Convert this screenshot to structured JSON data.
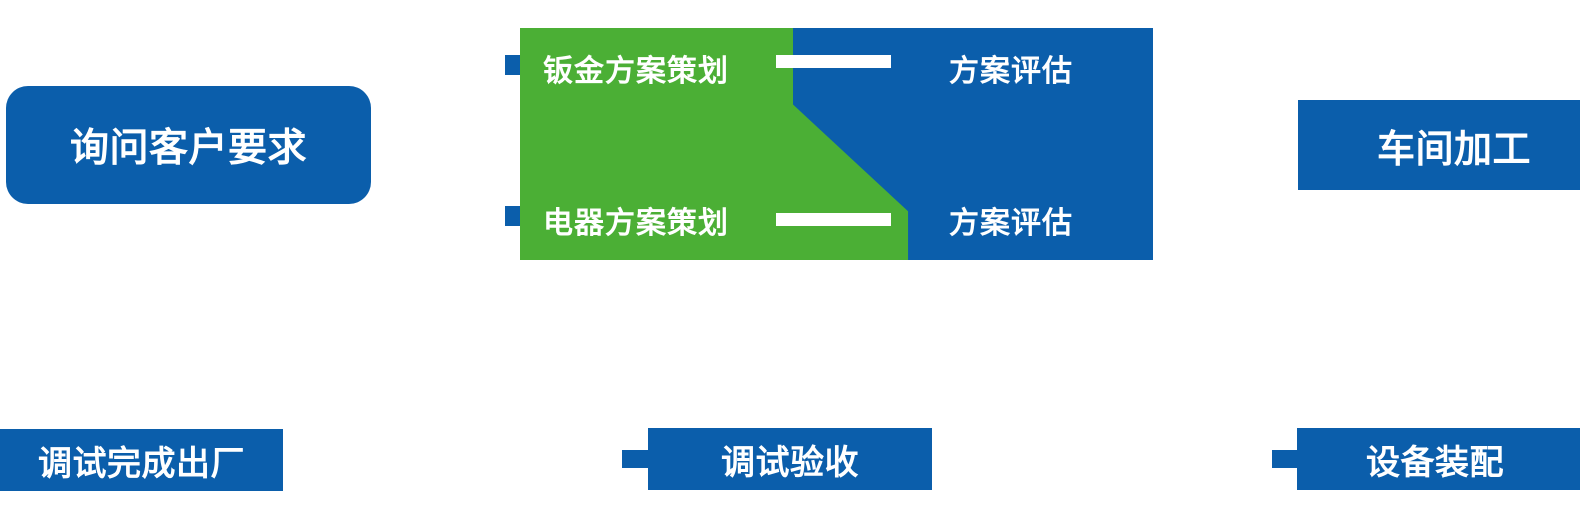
{
  "diagram": {
    "title": "",
    "colors": {
      "blue": "#0B5EAB",
      "green": "#4BAF35",
      "white": "#FFFFFF",
      "background": "#FFFFFF"
    },
    "nodes": {
      "inquiry": {
        "label": "询问客户要求",
        "shape": "rounded-rectangle",
        "color": "#0B5EAB"
      },
      "workshop": {
        "label": "车间加工",
        "shape": "rectangle",
        "color": "#0B5EAB"
      },
      "shipped": {
        "label": "调试完成出厂",
        "shape": "rectangle",
        "color": "#0B5EAB"
      },
      "acceptance": {
        "label": "调试验收",
        "shape": "rectangle",
        "color": "#0B5EAB"
      },
      "assembly": {
        "label": "设备装配",
        "shape": "rectangle",
        "color": "#0B5EAB"
      }
    },
    "planning_group": {
      "sheetmetal_plan": {
        "label": "钣金方案策划",
        "color": "#4BAF35"
      },
      "electrical_plan": {
        "label": "电器方案策划",
        "color": "#4BAF35"
      },
      "review_top": {
        "label": "方案评估",
        "color": "#0B5EAB"
      },
      "review_bottom": {
        "label": "方案评估",
        "color": "#0B5EAB"
      }
    },
    "connectors": [
      {
        "name": "sheetmetal-to-review",
        "style": "solid-white-bar"
      },
      {
        "name": "electrical-to-review",
        "style": "solid-white-bar"
      }
    ]
  }
}
